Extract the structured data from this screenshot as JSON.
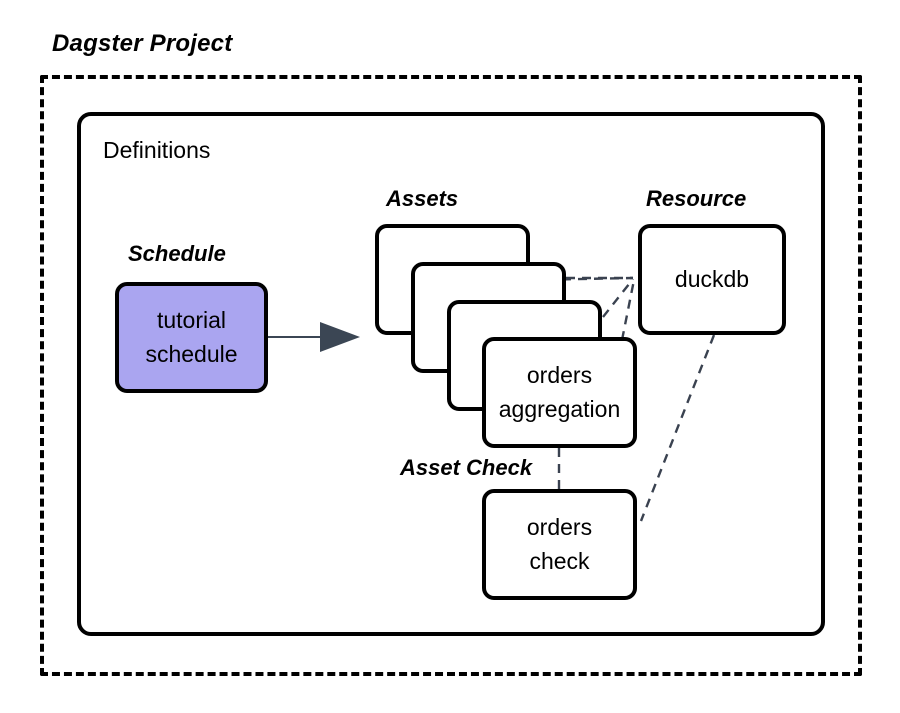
{
  "diagram": {
    "title": "Dagster Project",
    "container": {
      "label": "Definitions"
    },
    "groups": {
      "schedule": {
        "label": "Schedule"
      },
      "assets": {
        "label": "Assets"
      },
      "resource": {
        "label": "Resource"
      },
      "asset_check": {
        "label_line1": "Asset",
        "label_line2": "Check"
      }
    },
    "nodes": {
      "schedule": {
        "name": "tutorial-schedule",
        "line1": "tutorial",
        "line2": "schedule",
        "fill": "#AAA5F0",
        "stroke": "#000000"
      },
      "asset_front": {
        "name": "orders-aggregation-asset",
        "line1": "orders",
        "line2": "aggregation",
        "fill": "#FFFFFF",
        "stroke": "#000000"
      },
      "asset_stack_count": 4,
      "resource": {
        "name": "duckdb-resource",
        "line1": "duckdb",
        "fill": "#FFFFFF",
        "stroke": "#000000"
      },
      "asset_check": {
        "name": "orders-check",
        "line1": "orders",
        "line2": "check",
        "fill": "#FFFFFF",
        "stroke": "#000000"
      }
    },
    "edges": {
      "solid_arrow": {
        "from": "tutorial schedule",
        "to": "assets",
        "style": "solid",
        "color": "#3B4654"
      },
      "dashed_color": "#3A4250",
      "dashed_links": [
        {
          "from": "asset card 1",
          "to": "duckdb",
          "style": "dashed"
        },
        {
          "from": "asset card 2",
          "to": "duckdb",
          "style": "dashed"
        },
        {
          "from": "asset card 3",
          "to": "duckdb",
          "style": "dashed"
        },
        {
          "from": "orders aggregation",
          "to": "duckdb",
          "style": "dashed"
        },
        {
          "from": "orders aggregation",
          "to": "orders check",
          "style": "dashed"
        },
        {
          "from": "duckdb",
          "to": "orders check",
          "style": "dashed"
        }
      ]
    },
    "colors": {
      "background": "#FFFFFF",
      "outline": "#000000",
      "schedule_fill": "#AAA5F0",
      "edge_dark": "#3A4250"
    }
  }
}
